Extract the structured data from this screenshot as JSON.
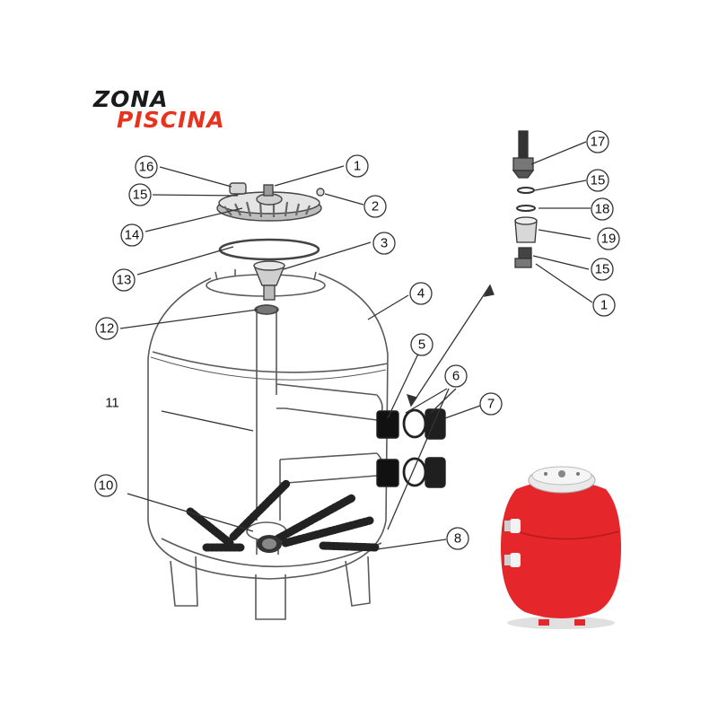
{
  "logo": {
    "line1": "ZONA",
    "line2": "PISCINA",
    "line1_color": "#1a1a1a",
    "line2_color": "#e8321e"
  },
  "callouts": [
    {
      "id": "c16a",
      "number": "16"
    },
    {
      "id": "c1a",
      "number": "1"
    },
    {
      "id": "c15a",
      "number": "15"
    },
    {
      "id": "c2",
      "number": "2"
    },
    {
      "id": "c14",
      "number": "14"
    },
    {
      "id": "c3",
      "number": "3"
    },
    {
      "id": "c13",
      "number": "13"
    },
    {
      "id": "c4",
      "number": "4"
    },
    {
      "id": "c12",
      "number": "12"
    },
    {
      "id": "c5",
      "number": "5"
    },
    {
      "id": "c6",
      "number": "6"
    },
    {
      "id": "c7",
      "number": "7"
    },
    {
      "id": "c11",
      "number": "11"
    },
    {
      "id": "c10",
      "number": "10"
    },
    {
      "id": "c8",
      "number": "8"
    },
    {
      "id": "c17",
      "number": "17"
    },
    {
      "id": "c15b",
      "number": "15"
    },
    {
      "id": "c18",
      "number": "18"
    },
    {
      "id": "c19",
      "number": "19"
    },
    {
      "id": "c15c",
      "number": "15"
    },
    {
      "id": "c1b",
      "number": "1"
    }
  ],
  "colors": {
    "line": "#555555",
    "tank_red": "#e5262a",
    "photo_lid": "#e9e9e9"
  }
}
